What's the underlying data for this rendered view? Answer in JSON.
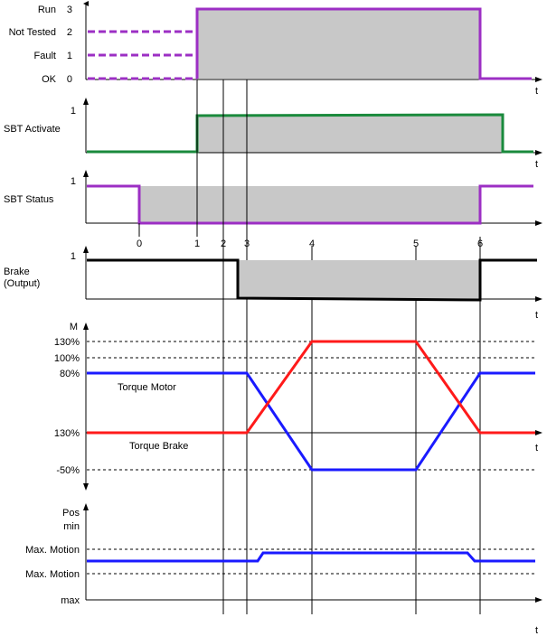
{
  "colors": {
    "state": "#9c2fc4",
    "activate": "#1a8a3c",
    "status": "#9c2fc4",
    "brake": "#000000",
    "torque_motor": "#1a1aff",
    "torque_brake": "#ff1a1a",
    "position": "#1a1aff",
    "shade": "#c8c8c8"
  },
  "time_axis_label": "t",
  "event_markers": [
    "0",
    "1",
    "2",
    "3",
    "4",
    "5",
    "6"
  ],
  "panels": {
    "state": {
      "levels": [
        {
          "name": "Run",
          "value": "3"
        },
        {
          "name": "Not Tested",
          "value": "2"
        },
        {
          "name": "Fault",
          "value": "1"
        },
        {
          "name": "OK",
          "value": "0"
        }
      ]
    },
    "activate": {
      "label": "SBT Activate",
      "level": "1"
    },
    "status": {
      "label": "SBT Status",
      "level": "1"
    },
    "brake": {
      "label_line1": "Brake",
      "label_line2": "(Output)",
      "level": "1"
    },
    "torque": {
      "axis_label": "M",
      "ticks": [
        "130%",
        "100%",
        "80%",
        "130%",
        "-50%"
      ],
      "series": [
        {
          "name": "Torque Motor"
        },
        {
          "name": "Torque Brake"
        }
      ]
    },
    "position": {
      "axis_label_line1": "Pos",
      "axis_label_line2": "min",
      "ticks": [
        "Max. Motion",
        "Max. Motion",
        "max"
      ]
    }
  }
}
